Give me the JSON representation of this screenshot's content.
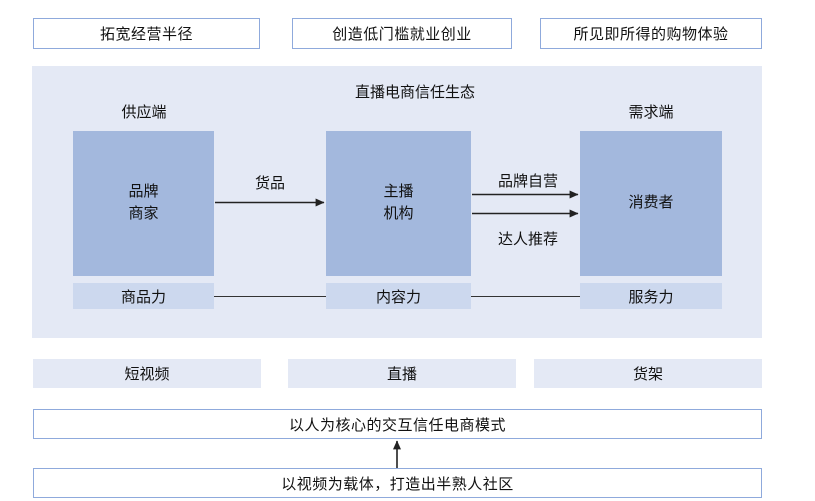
{
  "top_goals": [
    {
      "label": "拓宽经营半径"
    },
    {
      "label": "创造低门槛就业创业"
    },
    {
      "label": "所见即所得的购物体验"
    }
  ],
  "ecosystem": {
    "title": "直播电商信任生态",
    "side_labels": {
      "supply": "供应端",
      "demand": "需求端"
    },
    "entities": [
      {
        "line1": "品牌",
        "line2": "商家"
      },
      {
        "line1": "主播",
        "line2": "机构"
      },
      {
        "line1": "消费者",
        "line2": ""
      }
    ],
    "flows": [
      {
        "label": "货品"
      },
      {
        "label": "品牌自营"
      },
      {
        "label": "达人推荐"
      }
    ],
    "capabilities": [
      {
        "label": "商品力"
      },
      {
        "label": "内容力"
      },
      {
        "label": "服务力"
      }
    ]
  },
  "channels": [
    {
      "label": "短视频"
    },
    {
      "label": "直播"
    },
    {
      "label": "货架"
    }
  ],
  "foundations": [
    {
      "label": "以人为核心的交互信任电商模式"
    },
    {
      "label": "以视频为载体，打造出半熟人社区"
    }
  ],
  "colors": {
    "outline_border": "#8faadc",
    "panel_bg": "#e4e9f5",
    "entity_bg": "#a3b8dd",
    "capability_bg": "#ccd8ee",
    "line": "#333333",
    "text": "#111111"
  }
}
